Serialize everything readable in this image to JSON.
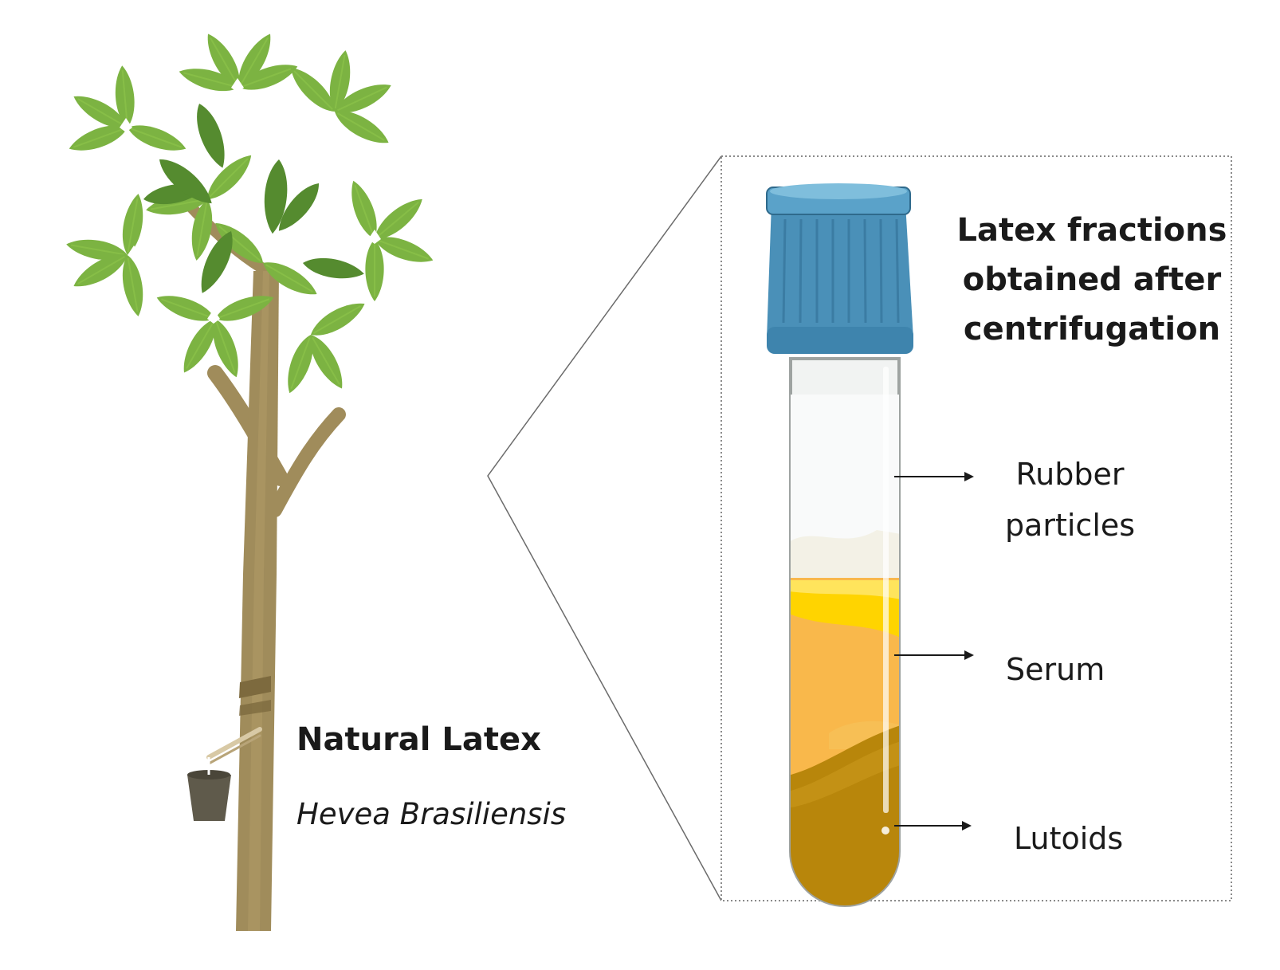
{
  "diagram": {
    "zoom_title": "Latex fractions obtained after centrifugation",
    "tree_label": "Natural Latex",
    "tree_species": "Hevea Brasiliensis",
    "fractions": [
      {
        "name": "Rubber particles",
        "color": "#f7f9f8"
      },
      {
        "name": "Serum",
        "color": "#f9b84b"
      },
      {
        "name": "Lutoids",
        "color": "#b8860b"
      }
    ]
  },
  "colors": {
    "leaf": "#7cb342",
    "leaf_dark": "#558b2f",
    "trunk": "#a08c5b",
    "cap": "#4a90b8",
    "serum_top": "#ffd400"
  },
  "icons": [
    "tree-icon",
    "latex-cup-icon",
    "test-tube-icon",
    "tube-cap-icon"
  ]
}
